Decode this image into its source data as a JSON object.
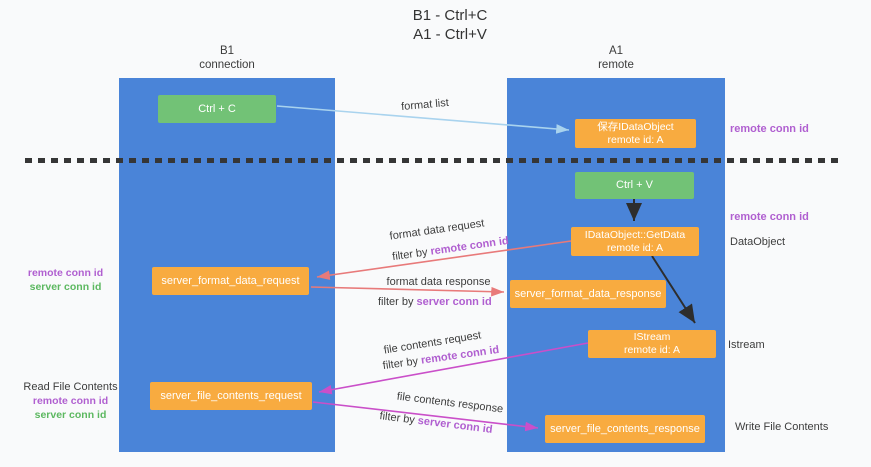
{
  "title": {
    "line1": "B1 - Ctrl+C",
    "line2": "A1 - Ctrl+V"
  },
  "lanes": {
    "b1": {
      "name": "B1",
      "role": "connection"
    },
    "a1": {
      "name": "A1",
      "role": "remote"
    }
  },
  "boxes": {
    "ctrl_c": {
      "label": "Ctrl + C"
    },
    "ctrl_v": {
      "label": "Ctrl + V"
    },
    "save_idataobject": {
      "line1": "保存IDataObject",
      "line2": "remote id: A"
    },
    "getdata": {
      "line1": "IDataObject::GetData",
      "line2": "remote id: A"
    },
    "istream": {
      "line1": "IStream",
      "line2": "remote id: A"
    },
    "server_format_data_request": {
      "label": "server_format_data_request"
    },
    "server_format_data_response": {
      "label": "server_format_data_response"
    },
    "server_file_contents_request": {
      "label": "server_file_contents_request"
    },
    "server_file_contents_response": {
      "label": "server_file_contents_response"
    }
  },
  "flow_labels": {
    "format_list": "format list",
    "format_data_request": "format data request",
    "format_data_response": "format data response",
    "file_contents_request": "file contents request",
    "file_contents_response": "file contents response",
    "filter_by": "filter by "
  },
  "annotations": {
    "remote_conn_id": "remote conn id",
    "server_conn_id": "server conn id",
    "dataobject": "DataObject",
    "istream": "Istream",
    "read_file_contents": "Read File Contents",
    "write_file_contents": "Write File Contents"
  },
  "colors": {
    "lane_blue": "#4a84d8",
    "box_green": "#72c276",
    "box_orange": "#f8ab40",
    "remote_conn_id_purple": "#b05fd0",
    "server_conn_id_green": "#5cb860",
    "arrow_light_blue": "#a9d3ee",
    "arrow_red": "#e87a7a",
    "arrow_magenta": "#ca4fc9",
    "arrow_black": "#2d2d2d"
  }
}
